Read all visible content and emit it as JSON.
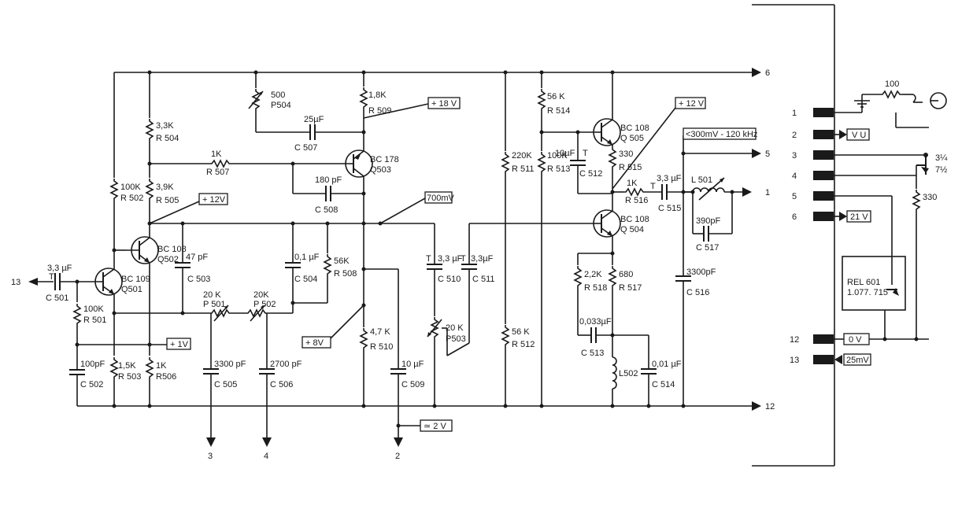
{
  "nodes": {
    "n6": "6",
    "n5": "5",
    "n1": "1",
    "n12": "12",
    "n13": "13",
    "n3": "3",
    "n4": "4",
    "n2": "2"
  },
  "resistors": {
    "r504": {
      "value": "3,3K",
      "ref": "R 504"
    },
    "r507": {
      "value": "1K",
      "ref": "R 507"
    },
    "r502": {
      "value": "100K",
      "ref": "R 502"
    },
    "r505": {
      "value": "3,9K",
      "ref": "R 505"
    },
    "r501": {
      "value": "100K",
      "ref": "R 501"
    },
    "r503": {
      "value": "1,5K",
      "ref": "R 503"
    },
    "r506": {
      "value": "1K",
      "ref": "R506"
    },
    "r508": {
      "value": "56K",
      "ref": "R 508"
    },
    "r509": {
      "value": "1,8K",
      "ref": "R 509"
    },
    "r510": {
      "value": "4,7 K",
      "ref": "R 510"
    },
    "r511": {
      "value": "220K",
      "ref": "R 511"
    },
    "r512": {
      "value": "56 K",
      "ref": "R 512"
    },
    "r513": {
      "value": "100K",
      "ref": "R 513"
    },
    "r514": {
      "value": "56 K",
      "ref": "R 514"
    },
    "r515": {
      "value": "330",
      "ref": "R 515"
    },
    "r516": {
      "value": "1K",
      "ref": "R 516"
    },
    "r517": {
      "value": "680",
      "ref": "R 517"
    },
    "r518": {
      "value": "2,2K",
      "ref": "R 518"
    },
    "r_conn4": {
      "value": "330"
    },
    "r_top": {
      "value": "100"
    }
  },
  "pots": {
    "p504": {
      "value": "500",
      "ref": "P504"
    },
    "p501": {
      "value": "20 K",
      "ref": "P 501"
    },
    "p502": {
      "value": "20K",
      "ref": "P 502"
    },
    "p503": {
      "value": "20 K",
      "ref": "P503"
    }
  },
  "capacitors": {
    "c501": {
      "value": "3,3 µF",
      "pol": "T",
      "ref": "C 501"
    },
    "c502": {
      "value": "100pF",
      "ref": "C 502"
    },
    "c503": {
      "value": "47 pF",
      "ref": "C 503"
    },
    "c504": {
      "value": "0,1 µF",
      "ref": "C 504"
    },
    "c505": {
      "value": "3300 pF",
      "ref": "C 505"
    },
    "c506": {
      "value": "2700 pF",
      "ref": "C 506"
    },
    "c507": {
      "value": "25µF",
      "ref": "C 507"
    },
    "c508": {
      "value": "180 pF",
      "ref": "C 508"
    },
    "c509": {
      "value": "10 µF",
      "ref": "C 509"
    },
    "c510": {
      "value": "3,3 µF",
      "pol": "T",
      "ref": "C 510"
    },
    "c511": {
      "value": "3,3µF",
      "pol": "T",
      "ref": "C 511"
    },
    "c512": {
      "value": "10µF",
      "pol": "T",
      "ref": "C 512"
    },
    "c513": {
      "value": "0,033µF",
      "ref": "C 513"
    },
    "c514": {
      "value": "0,01 µF",
      "ref": "C 514"
    },
    "c515": {
      "value": "3,3 µF",
      "pol": "T",
      "ref": "C 515"
    },
    "c516": {
      "value": "3300pF",
      "ref": "C 516"
    },
    "c517": {
      "value": "390pF",
      "ref": "C 517"
    }
  },
  "transistors": {
    "q501": {
      "type": "BC 109",
      "ref": "Q501"
    },
    "q502": {
      "type": "BC 108",
      "ref": "Q502"
    },
    "q503": {
      "type": "BC 178",
      "ref": "Q503"
    },
    "q504": {
      "type": "BC 108",
      "ref": "Q 504"
    },
    "q505": {
      "type": "BC 108",
      "ref": "Q 505"
    }
  },
  "inductors": {
    "l501": {
      "ref": "L 501"
    },
    "l502": {
      "ref": "L502"
    }
  },
  "voltage_tags": {
    "v18": "+ 18 V",
    "v12a": "+ 12V",
    "v12b": "+ 12 V",
    "v1": "+ 1V",
    "v8": "+ 8V",
    "v2": "≃ 2 V",
    "v700": "700mV",
    "v300": "<300mV - 120 kHz"
  },
  "connector": {
    "pins": [
      "1",
      "2",
      "3",
      "4",
      "5",
      "6",
      "12",
      "13"
    ],
    "vu": "V U",
    "v21": "21 V",
    "v0": "0 V",
    "v25": "25mV",
    "sw_a": "3¼",
    "sw_b": "7½"
  },
  "relay": {
    "ref": "REL 601",
    "part": "1.077. 715"
  }
}
